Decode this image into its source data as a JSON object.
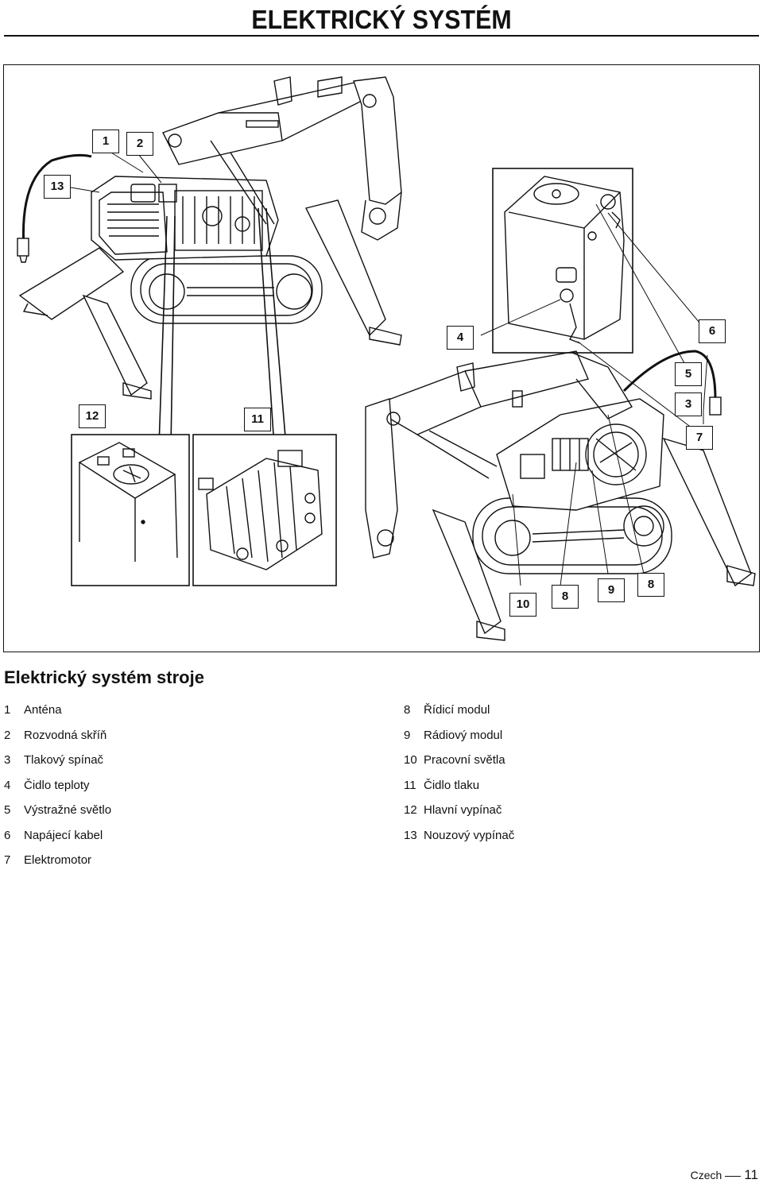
{
  "header": {
    "title": "ELEKTRICKÝ SYSTÉM"
  },
  "figure": {
    "callouts": [
      "1",
      "2",
      "13",
      "4",
      "6",
      "5",
      "3",
      "7",
      "12",
      "11",
      "10",
      "8",
      "9",
      "8"
    ]
  },
  "section": {
    "heading": "Elektrický systém stroje"
  },
  "legend": {
    "left": [
      {
        "num": "1",
        "label": "Anténa"
      },
      {
        "num": "2",
        "label": "Rozvodná skříň"
      },
      {
        "num": "3",
        "label": "Tlakový spínač"
      },
      {
        "num": "4",
        "label": "Čidlo teploty"
      },
      {
        "num": "5",
        "label": "Výstražné světlo"
      },
      {
        "num": "6",
        "label": "Napájecí kabel"
      },
      {
        "num": "7",
        "label": "Elektromotor"
      }
    ],
    "right": [
      {
        "num": "8",
        "label": "Řídicí modul"
      },
      {
        "num": "9",
        "label": "Rádiový modul"
      },
      {
        "num": "10",
        "label": "Pracovní světla"
      },
      {
        "num": "11",
        "label": "Čidlo tlaku"
      },
      {
        "num": "12",
        "label": "Hlavní vypínač"
      },
      {
        "num": "13",
        "label": "Nouzový vypínač"
      }
    ]
  },
  "footer": {
    "language": "Czech",
    "page_number": "11"
  }
}
